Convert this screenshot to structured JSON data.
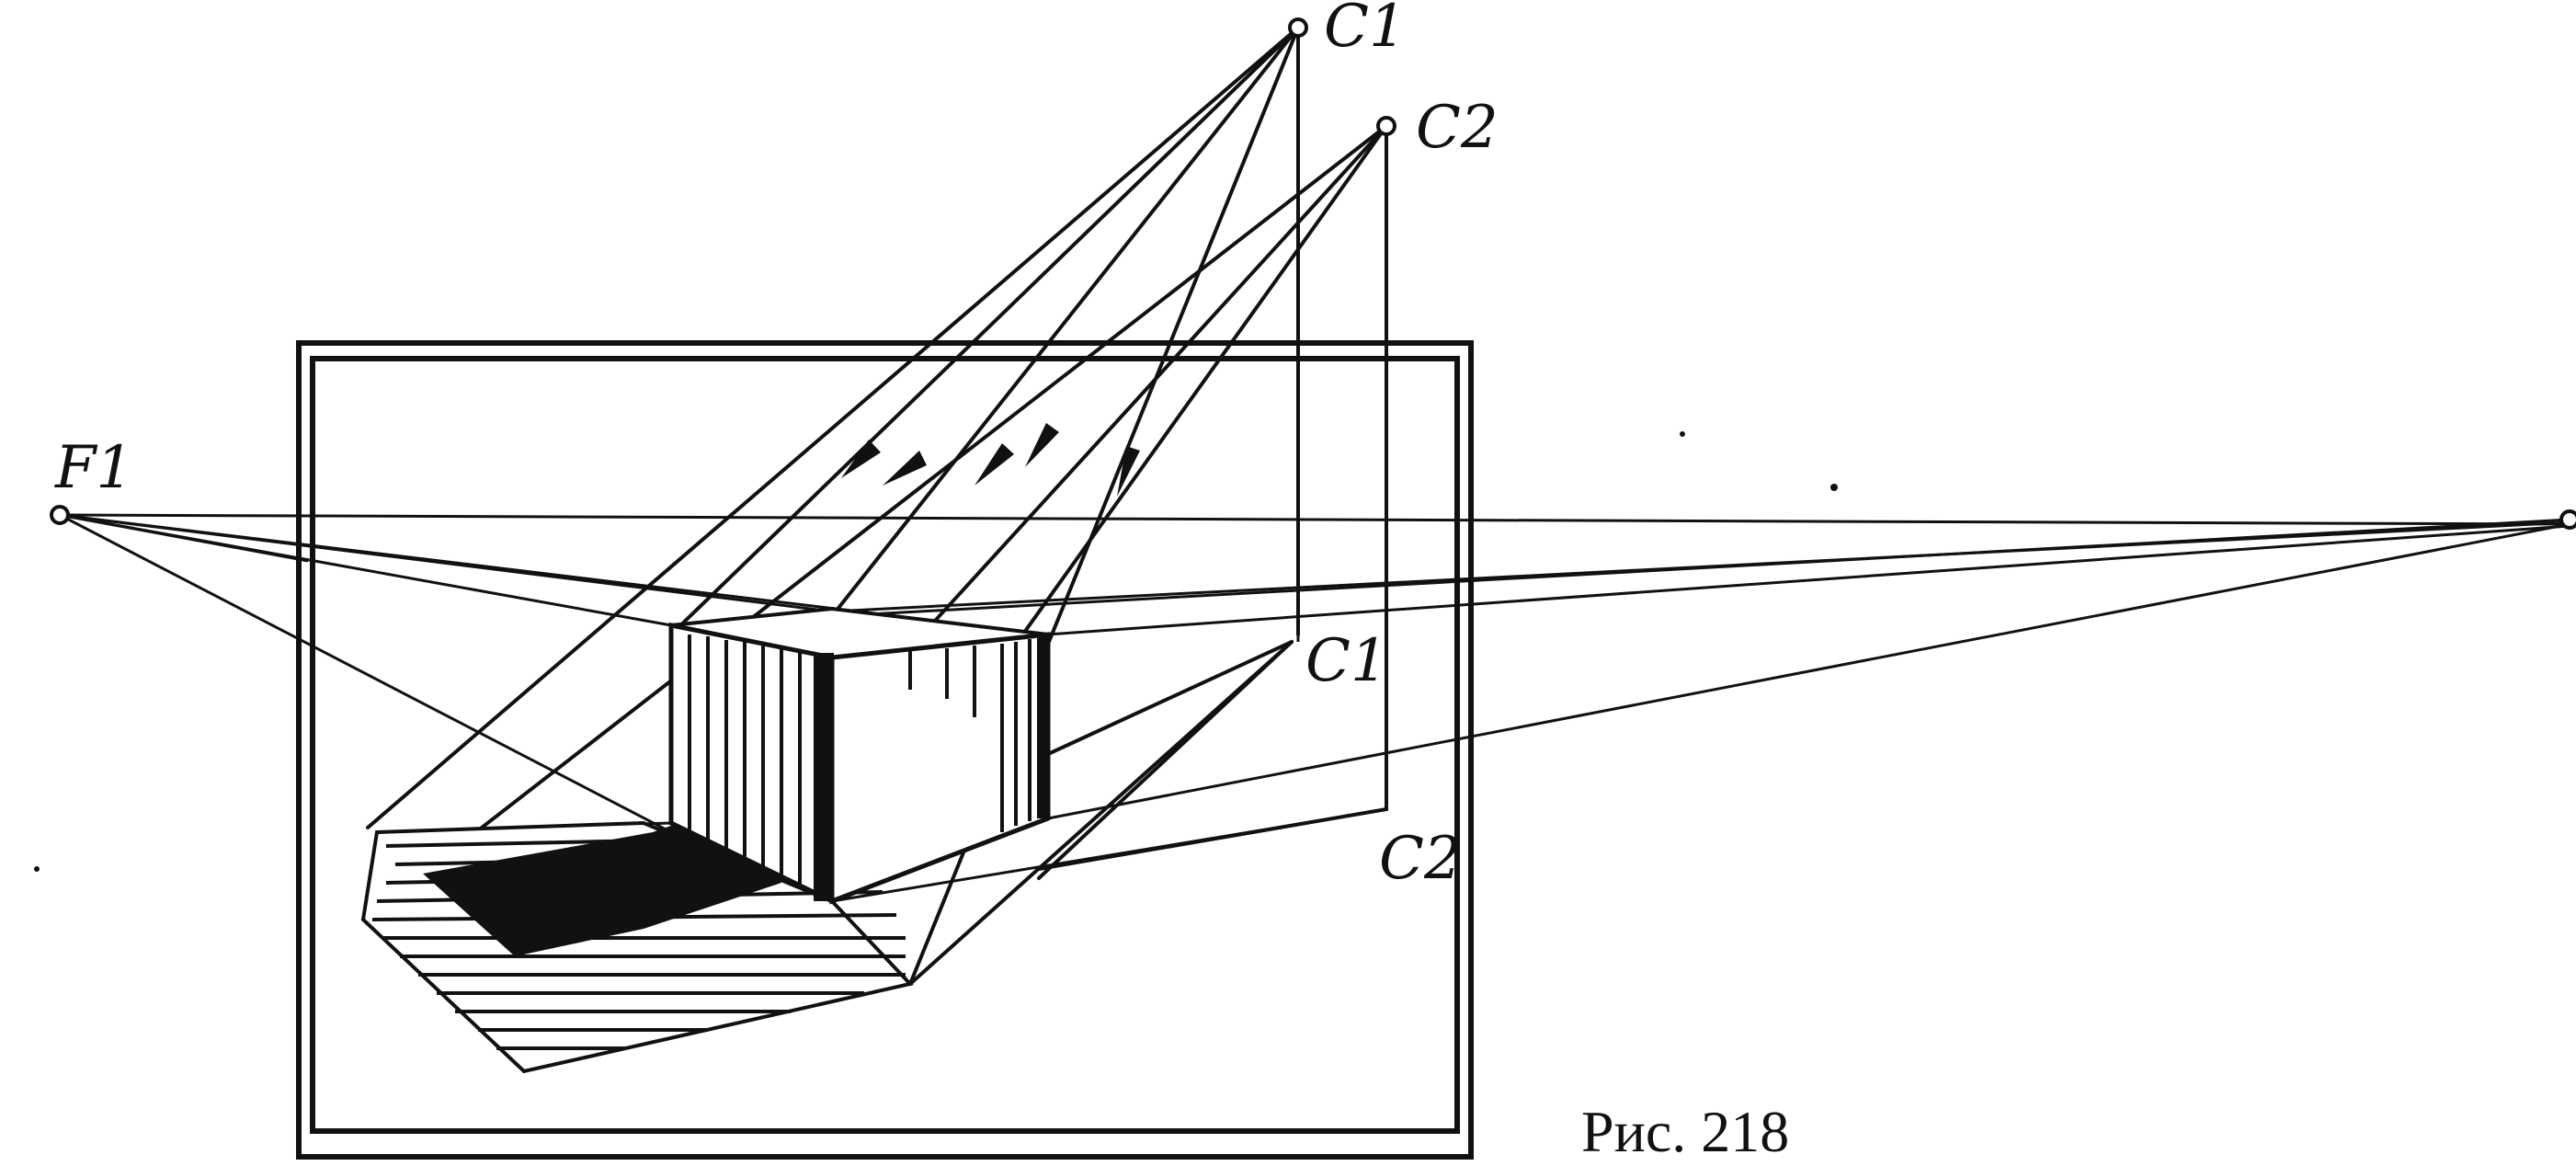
{
  "labels": {
    "c1_top": "C1",
    "c2_top": "C2",
    "c1_low": "C1",
    "c2_low": "C2",
    "f1": "F1"
  },
  "caption": "Рис. 218",
  "colors": {
    "ink": "#111111",
    "paper": "#ffffff"
  }
}
